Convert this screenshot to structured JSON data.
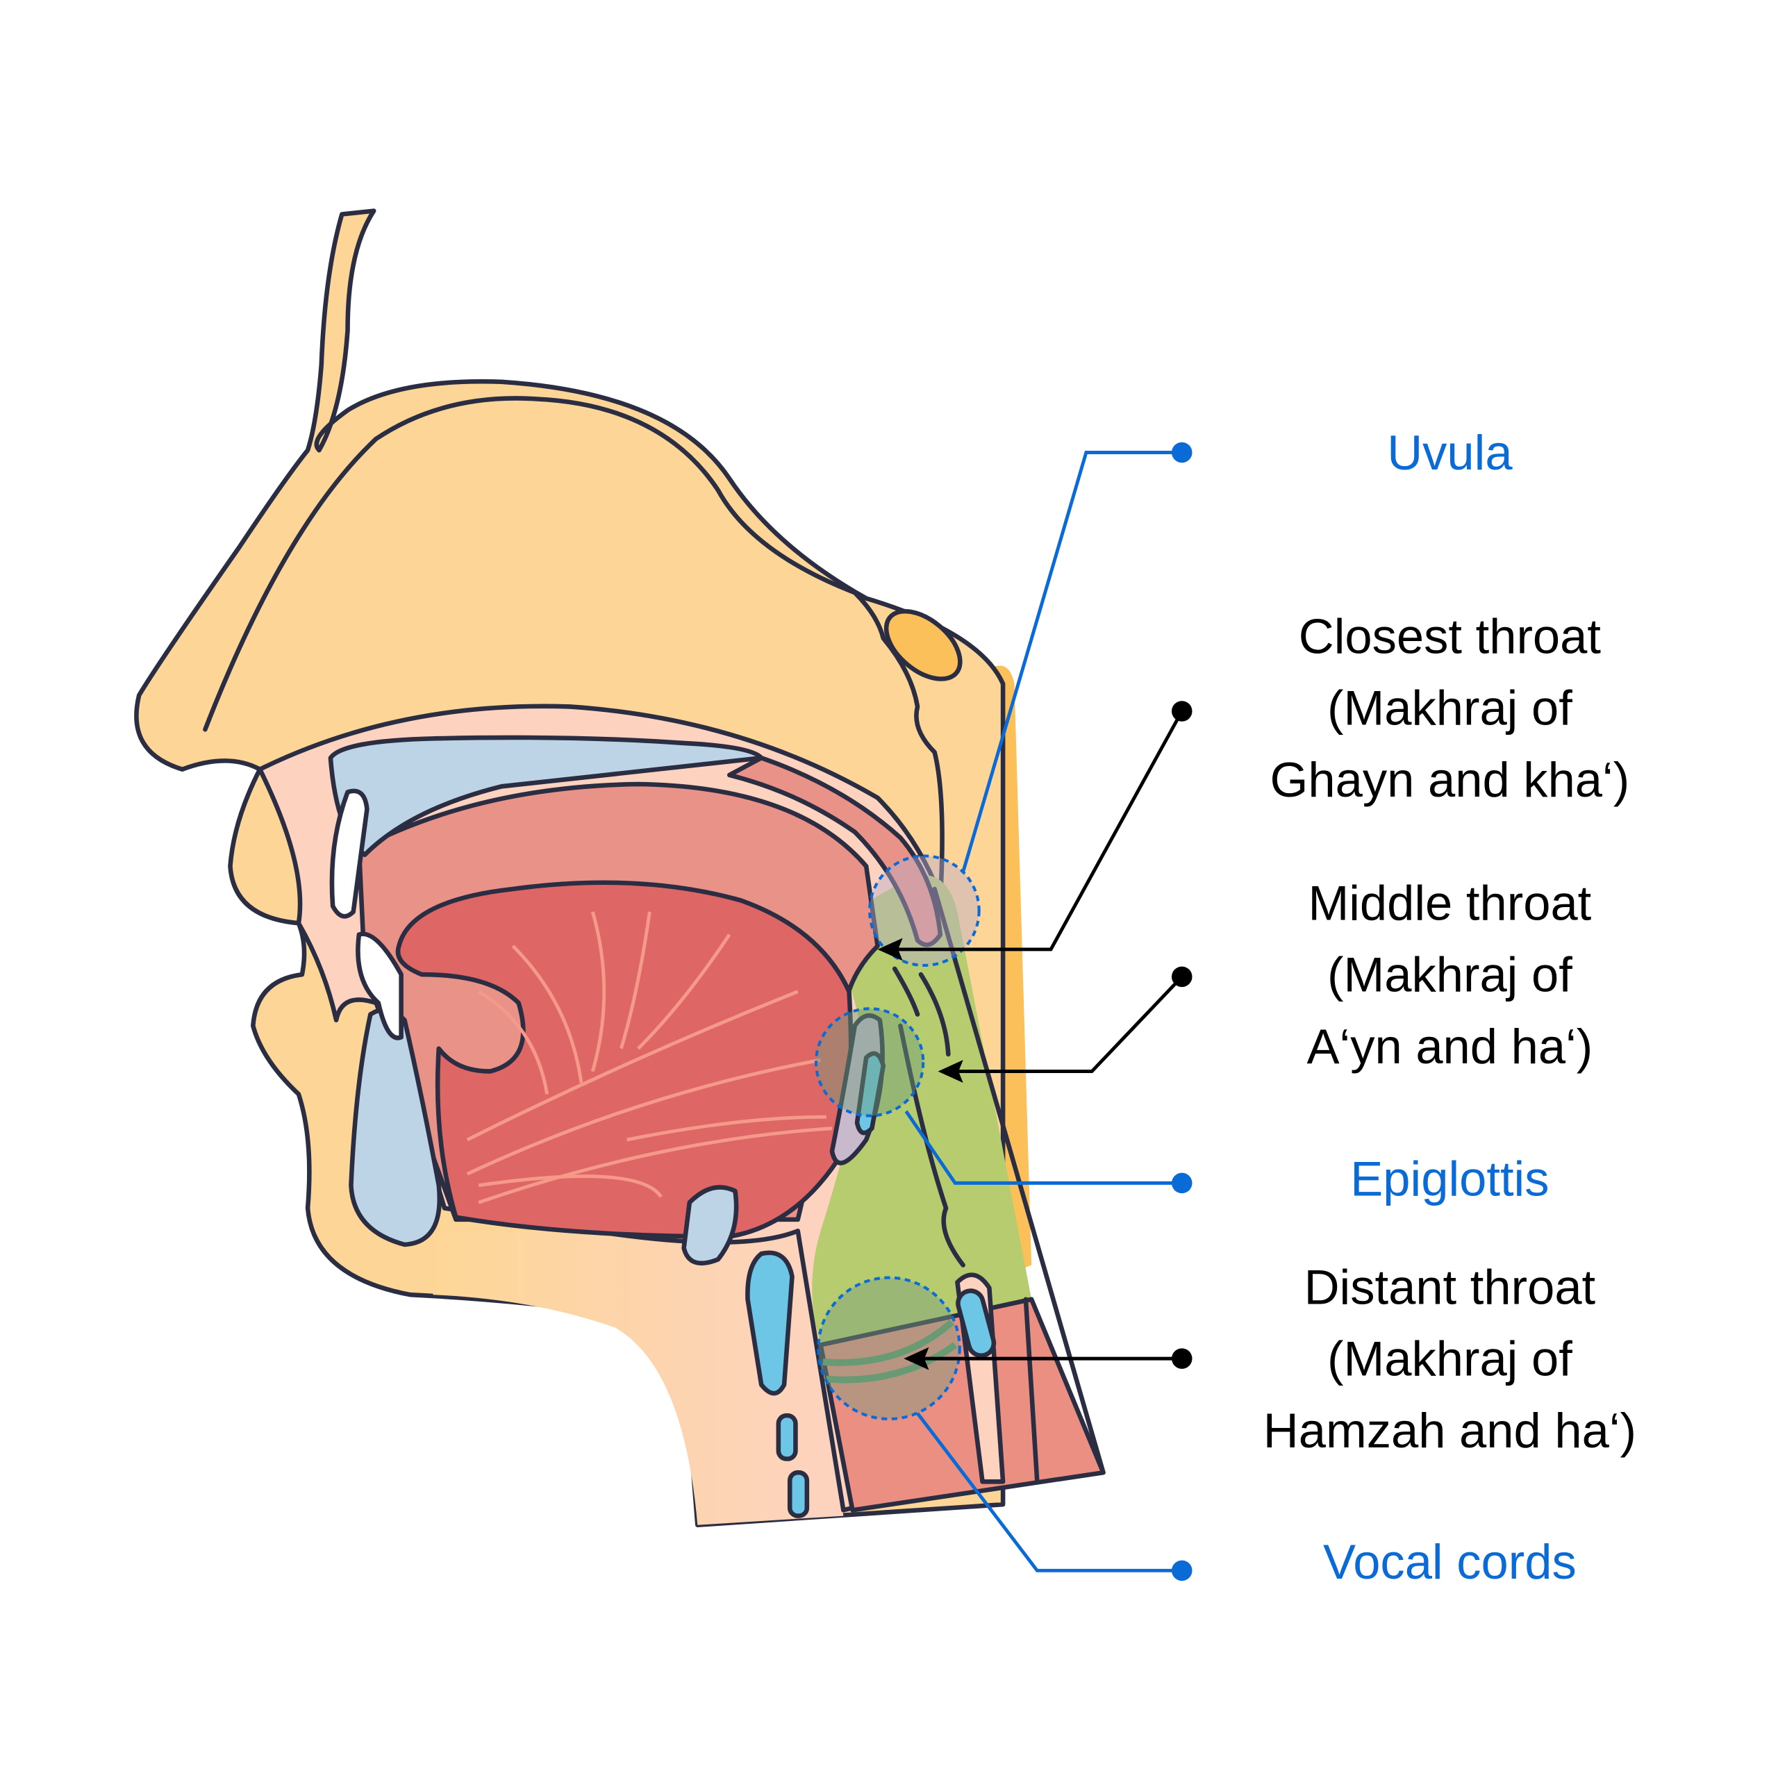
{
  "title": "Makharij of the throat letters",
  "colors": {
    "accent_blue": "#0a6ad6",
    "pointer_black": "#000000",
    "skin": "#fdd697",
    "pharynx_green": "#b6cc6e",
    "tongue_red": "#de6665"
  },
  "labels": {
    "uvula": "Uvula",
    "closest": [
      "Closest throat",
      "(Makhraj of",
      "Ghayn and kha‘)"
    ],
    "middle": [
      "Middle throat",
      "(Makhraj of",
      "A‘yn and ha‘)"
    ],
    "epiglottis": "Epiglottis",
    "distant": [
      "Distant throat",
      "(Makhraj of",
      "Hamzah and ha‘)"
    ],
    "vocal_cords": "Vocal cords"
  }
}
